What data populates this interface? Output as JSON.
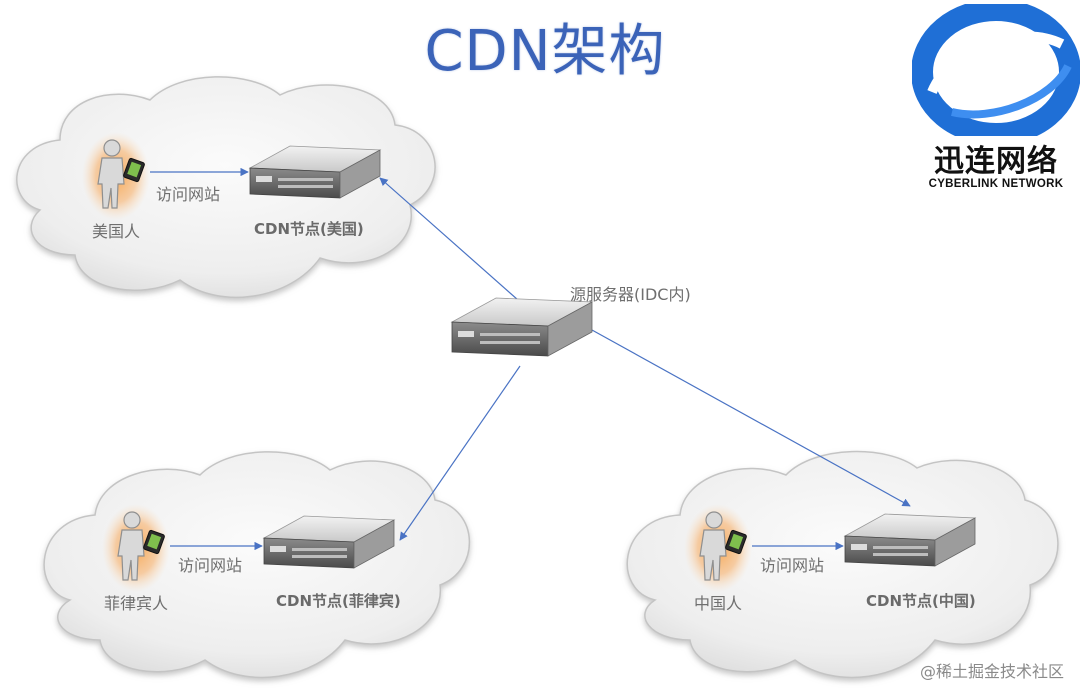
{
  "title": "CDN架构",
  "logo": {
    "name_cn": "迅连网络",
    "name_en": "CYBERLINK NETWORK",
    "brand_color": "#1f6fd6"
  },
  "origin_server": {
    "label": "源服务器(IDC内)"
  },
  "regions": [
    {
      "id": "us",
      "user_label": "美国人",
      "action_label": "访问网站",
      "node_label": "CDN节点(美国)"
    },
    {
      "id": "ph",
      "user_label": "菲律宾人",
      "action_label": "访问网站",
      "node_label": "CDN节点(菲律宾)"
    },
    {
      "id": "cn",
      "user_label": "中国人",
      "action_label": "访问网站",
      "node_label": "CDN节点(中国)"
    }
  ],
  "watermark": "@稀土掘金技术社区",
  "colors": {
    "title": "#3b63b8",
    "arrow": "#4a73c4",
    "cloud_fill": "#efefef",
    "user_glow": "#f5a04a"
  }
}
